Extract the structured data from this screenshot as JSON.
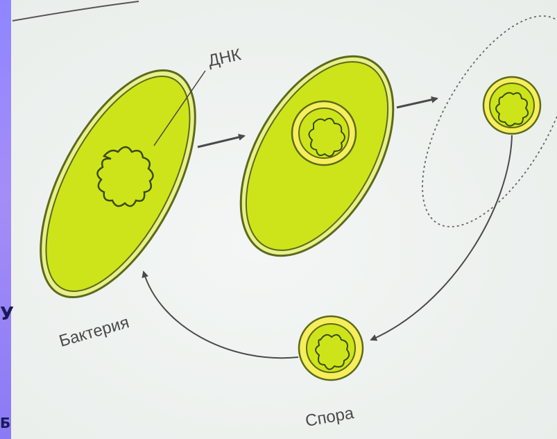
{
  "labels": {
    "dna": "ДНК",
    "bacterium": "Бактерия",
    "spore": "Спора"
  },
  "slide_edge_glyphs": {
    "upper": "У",
    "lower": "Б"
  },
  "colors": {
    "cell_fill": "#cde41a",
    "cell_outline": "#5a6a1a",
    "spore_ring": "#f2e84a",
    "dna": "#3b4a12",
    "arrow": "#4a4a4a",
    "background_slide": "#9b8cf5",
    "paper": "#f3f6f4"
  }
}
